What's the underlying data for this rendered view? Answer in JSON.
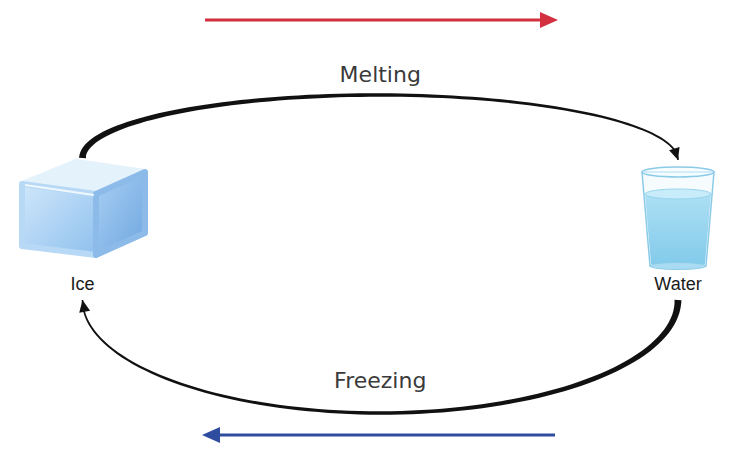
{
  "diagram": {
    "nodes": [
      {
        "text": [
          "Ice"
        ]
      },
      {
        "text": [
          "Water"
        ]
      }
    ],
    "edges": [
      {
        "from": 0,
        "to": 1,
        "label": "Melting",
        "arrow": "to"
      },
      {
        "from": 1,
        "to": 0,
        "label": "Freezing",
        "arrow": "to"
      }
    ]
  }
}
